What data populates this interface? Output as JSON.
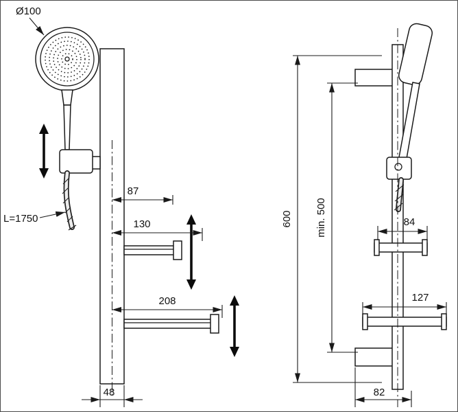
{
  "page": {
    "background": "#ffffff",
    "line_color": "#1a1a1a"
  },
  "front_view": {
    "labels": {
      "head_diameter": "Ø100",
      "hose_length": "L=1750",
      "dim_87": "87",
      "dim_130": "130",
      "dim_208": "208",
      "dim_48": "48"
    }
  },
  "side_view": {
    "labels": {
      "dim_600": "600",
      "dim_min_500": "min. 500",
      "dim_84": "84",
      "dim_127": "127",
      "dim_82": "82"
    }
  }
}
